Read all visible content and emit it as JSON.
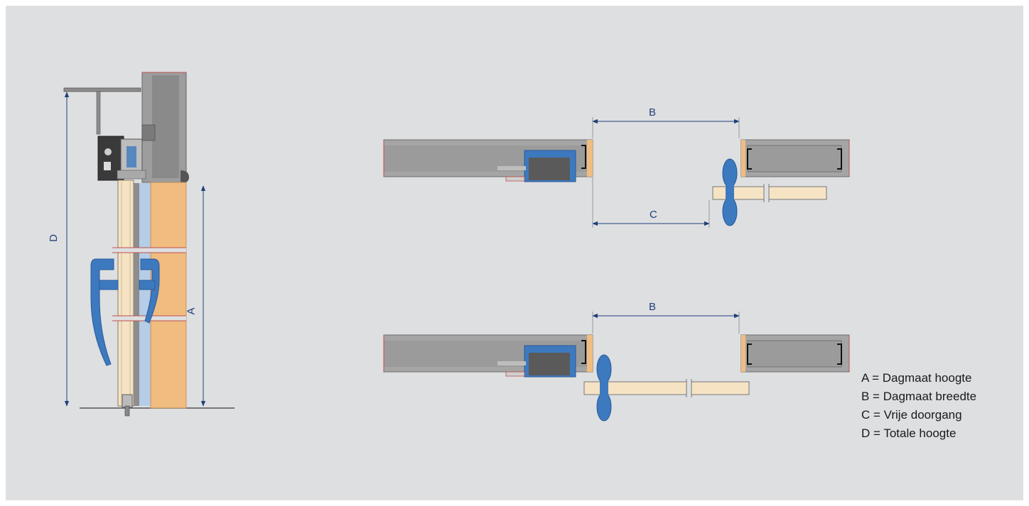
{
  "dimensions": {
    "A": "A",
    "B": "B",
    "C": "C",
    "D": "D"
  },
  "legend": [
    {
      "text": "A = Dagmaat hoogte"
    },
    {
      "text": "B = Dagmaat breedte"
    },
    {
      "text": "C = Vrije doorgang"
    },
    {
      "text": "D = Totale hoogte"
    }
  ],
  "colors": {
    "background": "#dedfe1",
    "dimension_line": "#1f3f7a",
    "handle_blue": "#3d79bf",
    "door_wood": "#f5e3c4",
    "wall_wood": "#f0bc80",
    "glass": "#b6cde8",
    "frame_grey": "#9a9a9a"
  }
}
